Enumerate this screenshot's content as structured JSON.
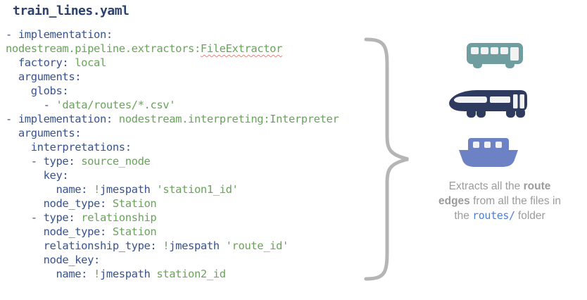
{
  "title": "train_lines.yaml",
  "colors": {
    "title": "#2c4170",
    "code_key": "#37538e",
    "code_value": "#69a35b",
    "squiggle": "#e2837a",
    "caption_text": "#9b9b9b",
    "caption_code": "#4a7fd9",
    "brace": "#b5b5b5",
    "bus": "#6f9da0",
    "train": "#2e3a5e",
    "boat": "#6c82c4",
    "icon_window": "#f2f2f2"
  },
  "code": {
    "lines": [
      [
        {
          "t": "- implementation:",
          "c": "k"
        }
      ],
      [
        {
          "t": "nodestream.pipeline.extractors:",
          "c": "v"
        },
        {
          "t": "FileExtractor",
          "c": "vs"
        }
      ],
      [
        {
          "t": "  factory: ",
          "c": "k"
        },
        {
          "t": "local",
          "c": "v"
        }
      ],
      [
        {
          "t": "  arguments:",
          "c": "k"
        }
      ],
      [
        {
          "t": "    globs:",
          "c": "k"
        }
      ],
      [
        {
          "t": "      - ",
          "c": "k"
        },
        {
          "t": "'data/routes/*.csv'",
          "c": "v"
        }
      ],
      [
        {
          "t": "- implementation: ",
          "c": "k"
        },
        {
          "t": "nodestream.interpreting:Interpreter",
          "c": "v"
        }
      ],
      [
        {
          "t": "  arguments:",
          "c": "k"
        }
      ],
      [
        {
          "t": "    interpretations:",
          "c": "k"
        }
      ],
      [
        {
          "t": "    - type: ",
          "c": "k"
        },
        {
          "t": "source_node",
          "c": "v"
        }
      ],
      [
        {
          "t": "      key:",
          "c": "k"
        }
      ],
      [
        {
          "t": "        name: ",
          "c": "k"
        },
        {
          "t": "!",
          "c": "v"
        },
        {
          "t": "jmespath ",
          "c": "k"
        },
        {
          "t": "'station1_id'",
          "c": "v"
        }
      ],
      [
        {
          "t": "      node_type: ",
          "c": "k"
        },
        {
          "t": "Station",
          "c": "v"
        }
      ],
      [
        {
          "t": "    - type: ",
          "c": "k"
        },
        {
          "t": "relationship",
          "c": "v"
        }
      ],
      [
        {
          "t": "      node_type: ",
          "c": "k"
        },
        {
          "t": "Station",
          "c": "v"
        }
      ],
      [
        {
          "t": "      relationship_type: ",
          "c": "k"
        },
        {
          "t": "!",
          "c": "v"
        },
        {
          "t": "jmespath ",
          "c": "k"
        },
        {
          "t": "'route_id'",
          "c": "v"
        }
      ],
      [
        {
          "t": "      node_key:",
          "c": "k"
        }
      ],
      [
        {
          "t": "        name: ",
          "c": "k"
        },
        {
          "t": "!",
          "c": "v"
        },
        {
          "t": "jmespath ",
          "c": "k"
        },
        {
          "t": "station2_id",
          "c": "v"
        }
      ]
    ]
  },
  "icons": [
    {
      "name": "bus-icon"
    },
    {
      "name": "train-icon"
    },
    {
      "name": "boat-icon"
    }
  ],
  "caption": {
    "text": "Extracts all the route edges from all the files in the routes/ folder",
    "lines": [
      [
        {
          "t": "Extracts all the "
        },
        {
          "t": "route",
          "b": true
        }
      ],
      [
        {
          "t": "edges",
          "b": true
        },
        {
          "t": " from all the files in"
        }
      ],
      [
        {
          "t": "the "
        },
        {
          "t": "routes/",
          "code": true
        },
        {
          "t": " folder"
        }
      ]
    ]
  }
}
